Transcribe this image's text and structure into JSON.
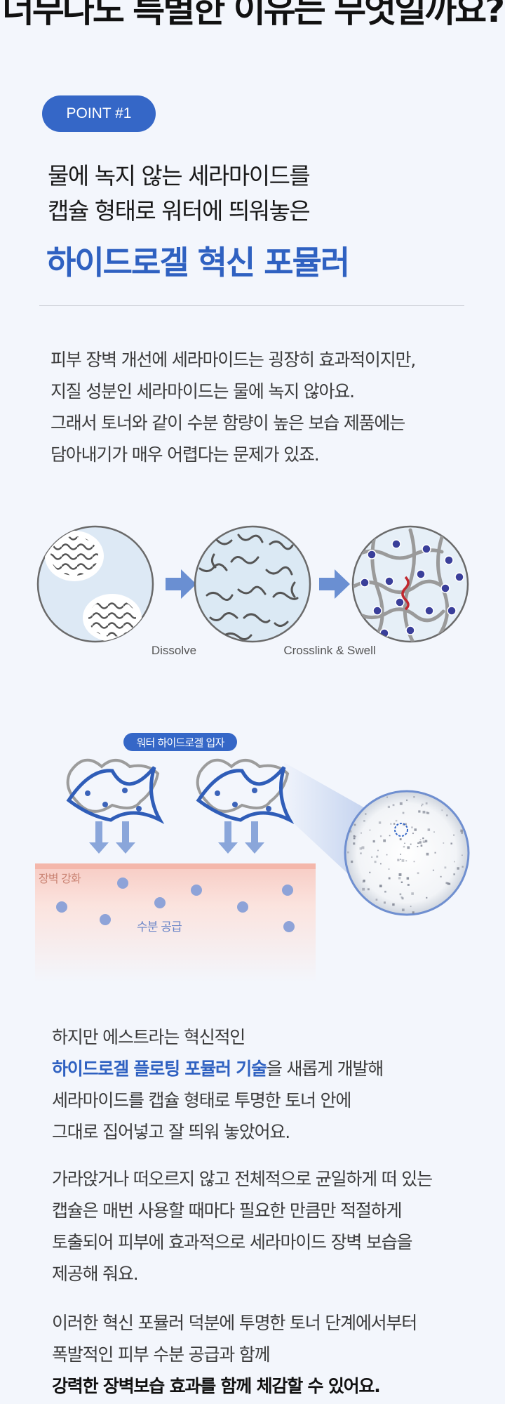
{
  "headline": "너무나도 특별한 이유는 무엇일까요?",
  "point_badge": "POINT #1",
  "subtitle_lines": [
    "물에 녹지 않는 세라마이드를",
    "캡슐 형태로 워터에 띄워놓은"
  ],
  "highlight_title": "하이드로겔 혁신 포뮬러",
  "intro_lines": [
    "피부 장벽 개선에 세라마이드는 굉장히 효과적이지만,",
    "지질 성분인 세라마이드는 물에 녹지 않아요.",
    "그래서 토너와 같이 수분 함량이 높은 보습 제품에는",
    "담아내기가 매우 어렵다는 문제가 있죠."
  ],
  "diagram1": {
    "label_dissolve": "Dissolve",
    "label_crosslink": "Crosslink & Swell"
  },
  "diagram2": {
    "particle_label": "워터 하이드로겔 입자",
    "barrier_label": "장벽 강화",
    "moisture_label": "수분 공급"
  },
  "para1": {
    "line1": "하지만 에스트라는 혁신적인",
    "line2_highlight": "하이드로겔 플로팅 포뮬러 기술",
    "line2_rest": "을 새롭게 개발해",
    "line3": "세라마이드를 캡슐 형태로 투명한 토너 안에",
    "line4": "그대로 집어넣고 잘 띄워 놓았어요."
  },
  "para2_lines": [
    "가라앉거나 떠오르지 않고 전체적으로 균일하게 떠 있는",
    "캡슐은 매번 사용할 때마다 필요한 만큼만 적절하게",
    "토출되어 피부에 효과적으로 세라마이드 장벽 보습을",
    "제공해 줘요."
  ],
  "para3": {
    "line1": "이러한 혁신 포뮬러 덕분에 투명한 토너 단계에서부터",
    "line2": "폭발적인 피부 수분 공급과 함께",
    "line3_strong": "강력한 장벽보습 효과를 함께 체감할 수 있어요."
  },
  "colors": {
    "accent": "#3567c7",
    "highlight_text": "#2f61c1",
    "background": "#f3f6fc",
    "barrier": "#f8d6cf",
    "dot": "#8ea3d8"
  }
}
